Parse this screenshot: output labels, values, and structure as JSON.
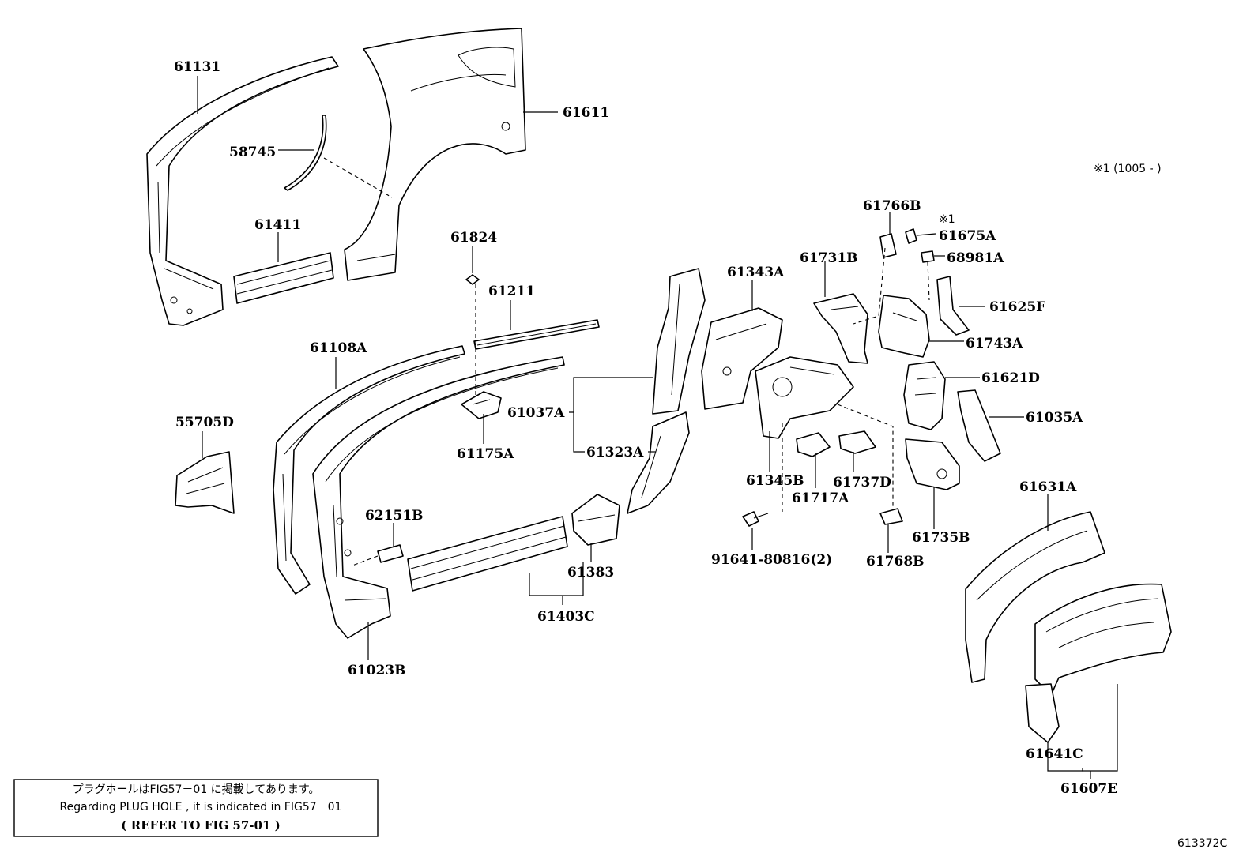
{
  "labels": {
    "p61131": "61131",
    "p58745": "58745",
    "p61411": "61411",
    "p61611": "61611",
    "p61824": "61824",
    "p61211": "61211",
    "p61108A": "61108A",
    "p55705D": "55705D",
    "p62151B": "62151B",
    "p61023B": "61023B",
    "p61175A": "61175A",
    "p61037A": "61037A",
    "p61323A": "61323A",
    "p61383": "61383",
    "p61403C": "61403C",
    "p61343A": "61343A",
    "p61345B": "61345B",
    "p61717A": "61717A",
    "p91641": "91641-80816(2)",
    "p61731B": "61731B",
    "p61737D": "61737D",
    "p61768B": "61768B",
    "p61766B": "61766B",
    "p61675A": "61675A",
    "p68981A": "68981A",
    "p61625F": "61625F",
    "p61743A": "61743A",
    "p61621D": "61621D",
    "p61035A": "61035A",
    "p61735B": "61735B",
    "p61631A": "61631A",
    "p61641C": "61641C",
    "p61607E": "61607E"
  },
  "markers": {
    "mark_1": "※1",
    "range_note": "※1 (1005 -      )"
  },
  "note": {
    "line1": "プラグホールはFIG57－01 に掲載してあります。",
    "line2": "Regarding  PLUG HOLE , it is indicated in FIG57－01",
    "line3": "(  REFER TO FIG 57-01  )"
  },
  "figure_id": "613372C"
}
